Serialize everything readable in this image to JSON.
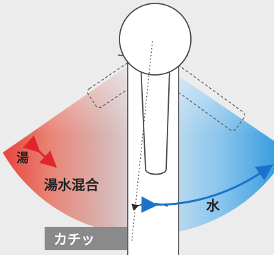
{
  "labels": {
    "hot": "湯",
    "mixed": "湯水混合",
    "cold": "水",
    "click": "カチッ"
  },
  "colors": {
    "background": "#ececec",
    "hot": "#e8443a",
    "cold": "#3a9ee0",
    "arrow_red": "#e0262a",
    "arrow_blue": "#1a73c9",
    "faucet_fill": "#ffffff",
    "faucet_stroke": "#4a4a4a",
    "tag_bg": "#8a8a8a"
  }
}
